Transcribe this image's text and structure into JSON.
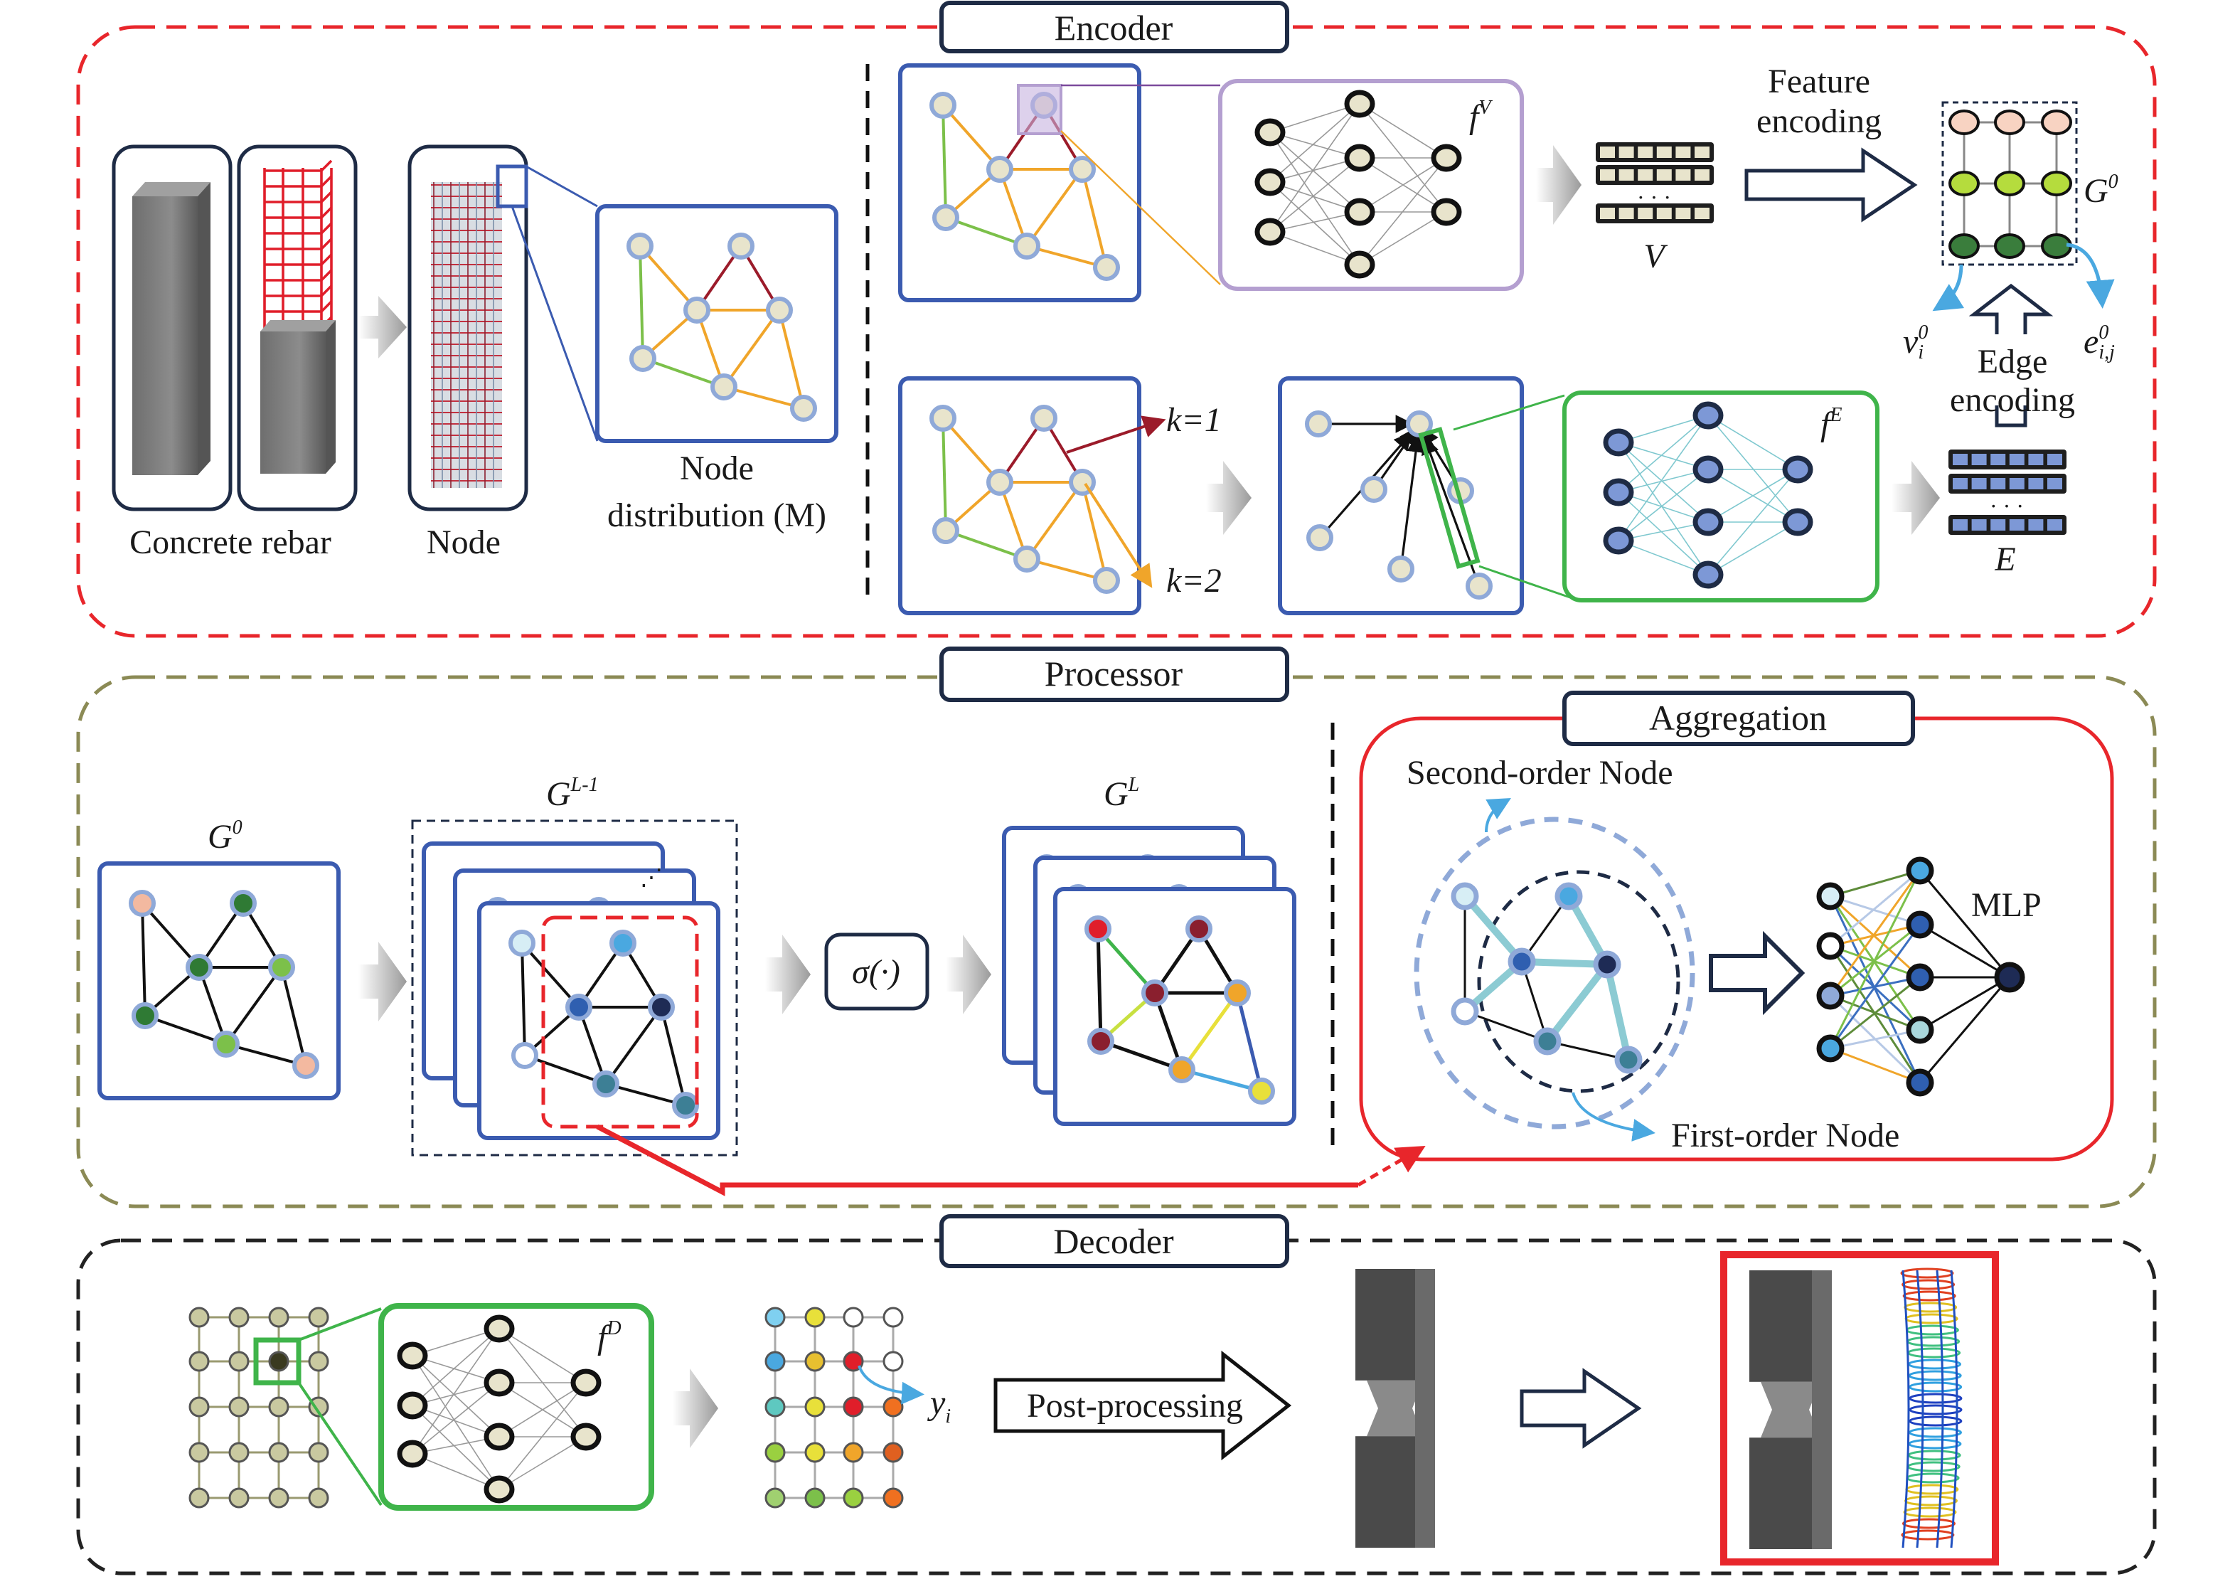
{
  "sections": {
    "encoder": "Encoder",
    "processor": "Processor",
    "decoder": "Decoder",
    "aggregation": "Aggregation"
  },
  "encoder": {
    "concrete_rebar": "Concrete rebar",
    "node": "Node",
    "node_distribution_line1": "Node",
    "node_distribution_line2": "distribution (M)",
    "f_v": {
      "base": "f",
      "sup": "V"
    },
    "v_label": "V",
    "feature_encoding_line1": "Feature",
    "feature_encoding_line2": "encoding",
    "g0": {
      "base": "G",
      "sup": "0"
    },
    "v_i0": {
      "base": "v",
      "sup": "0",
      "sub": "i"
    },
    "e_ij0": {
      "base": "e",
      "sup": "0",
      "sub": "i,j"
    },
    "edge_encoding_line1": "Edge",
    "edge_encoding_line2": "encoding",
    "k1": "k=1",
    "k2": "k=2",
    "f_e": {
      "base": "f",
      "sup": "E"
    },
    "e_label": "E",
    "dots": "· · ·"
  },
  "processor": {
    "g0": {
      "base": "G",
      "sup": "0"
    },
    "gl1": {
      "base": "G",
      "sup": "L-1"
    },
    "gl": {
      "base": "G",
      "sup": "L"
    },
    "sigma": "σ(·)",
    "dots": "⋰"
  },
  "aggregation": {
    "second_order": "Second-order Node",
    "first_order": "First-order Node",
    "mlp": "MLP"
  },
  "decoder": {
    "f_d": {
      "base": "f",
      "sup": "D"
    },
    "y_i": {
      "base": "y",
      "sub": "i"
    },
    "post_processing": "Post-processing"
  },
  "colors": {
    "encoder_border": "#e8262b",
    "processor_border": "#8b8a55",
    "decoder_border": "#222222",
    "graph_box": "#3b5bb0",
    "mlp_v_box": "#b49fd0",
    "mlp_e_box": "#3fb44a",
    "aggregation_box": "#e8262b",
    "edge_orange": "#f0a52a",
    "edge_darkred": "#9b1b2a",
    "edge_green": "#7cc04a",
    "node_fill": "#e8e4cc",
    "node_stroke": "#8fa9d8"
  }
}
